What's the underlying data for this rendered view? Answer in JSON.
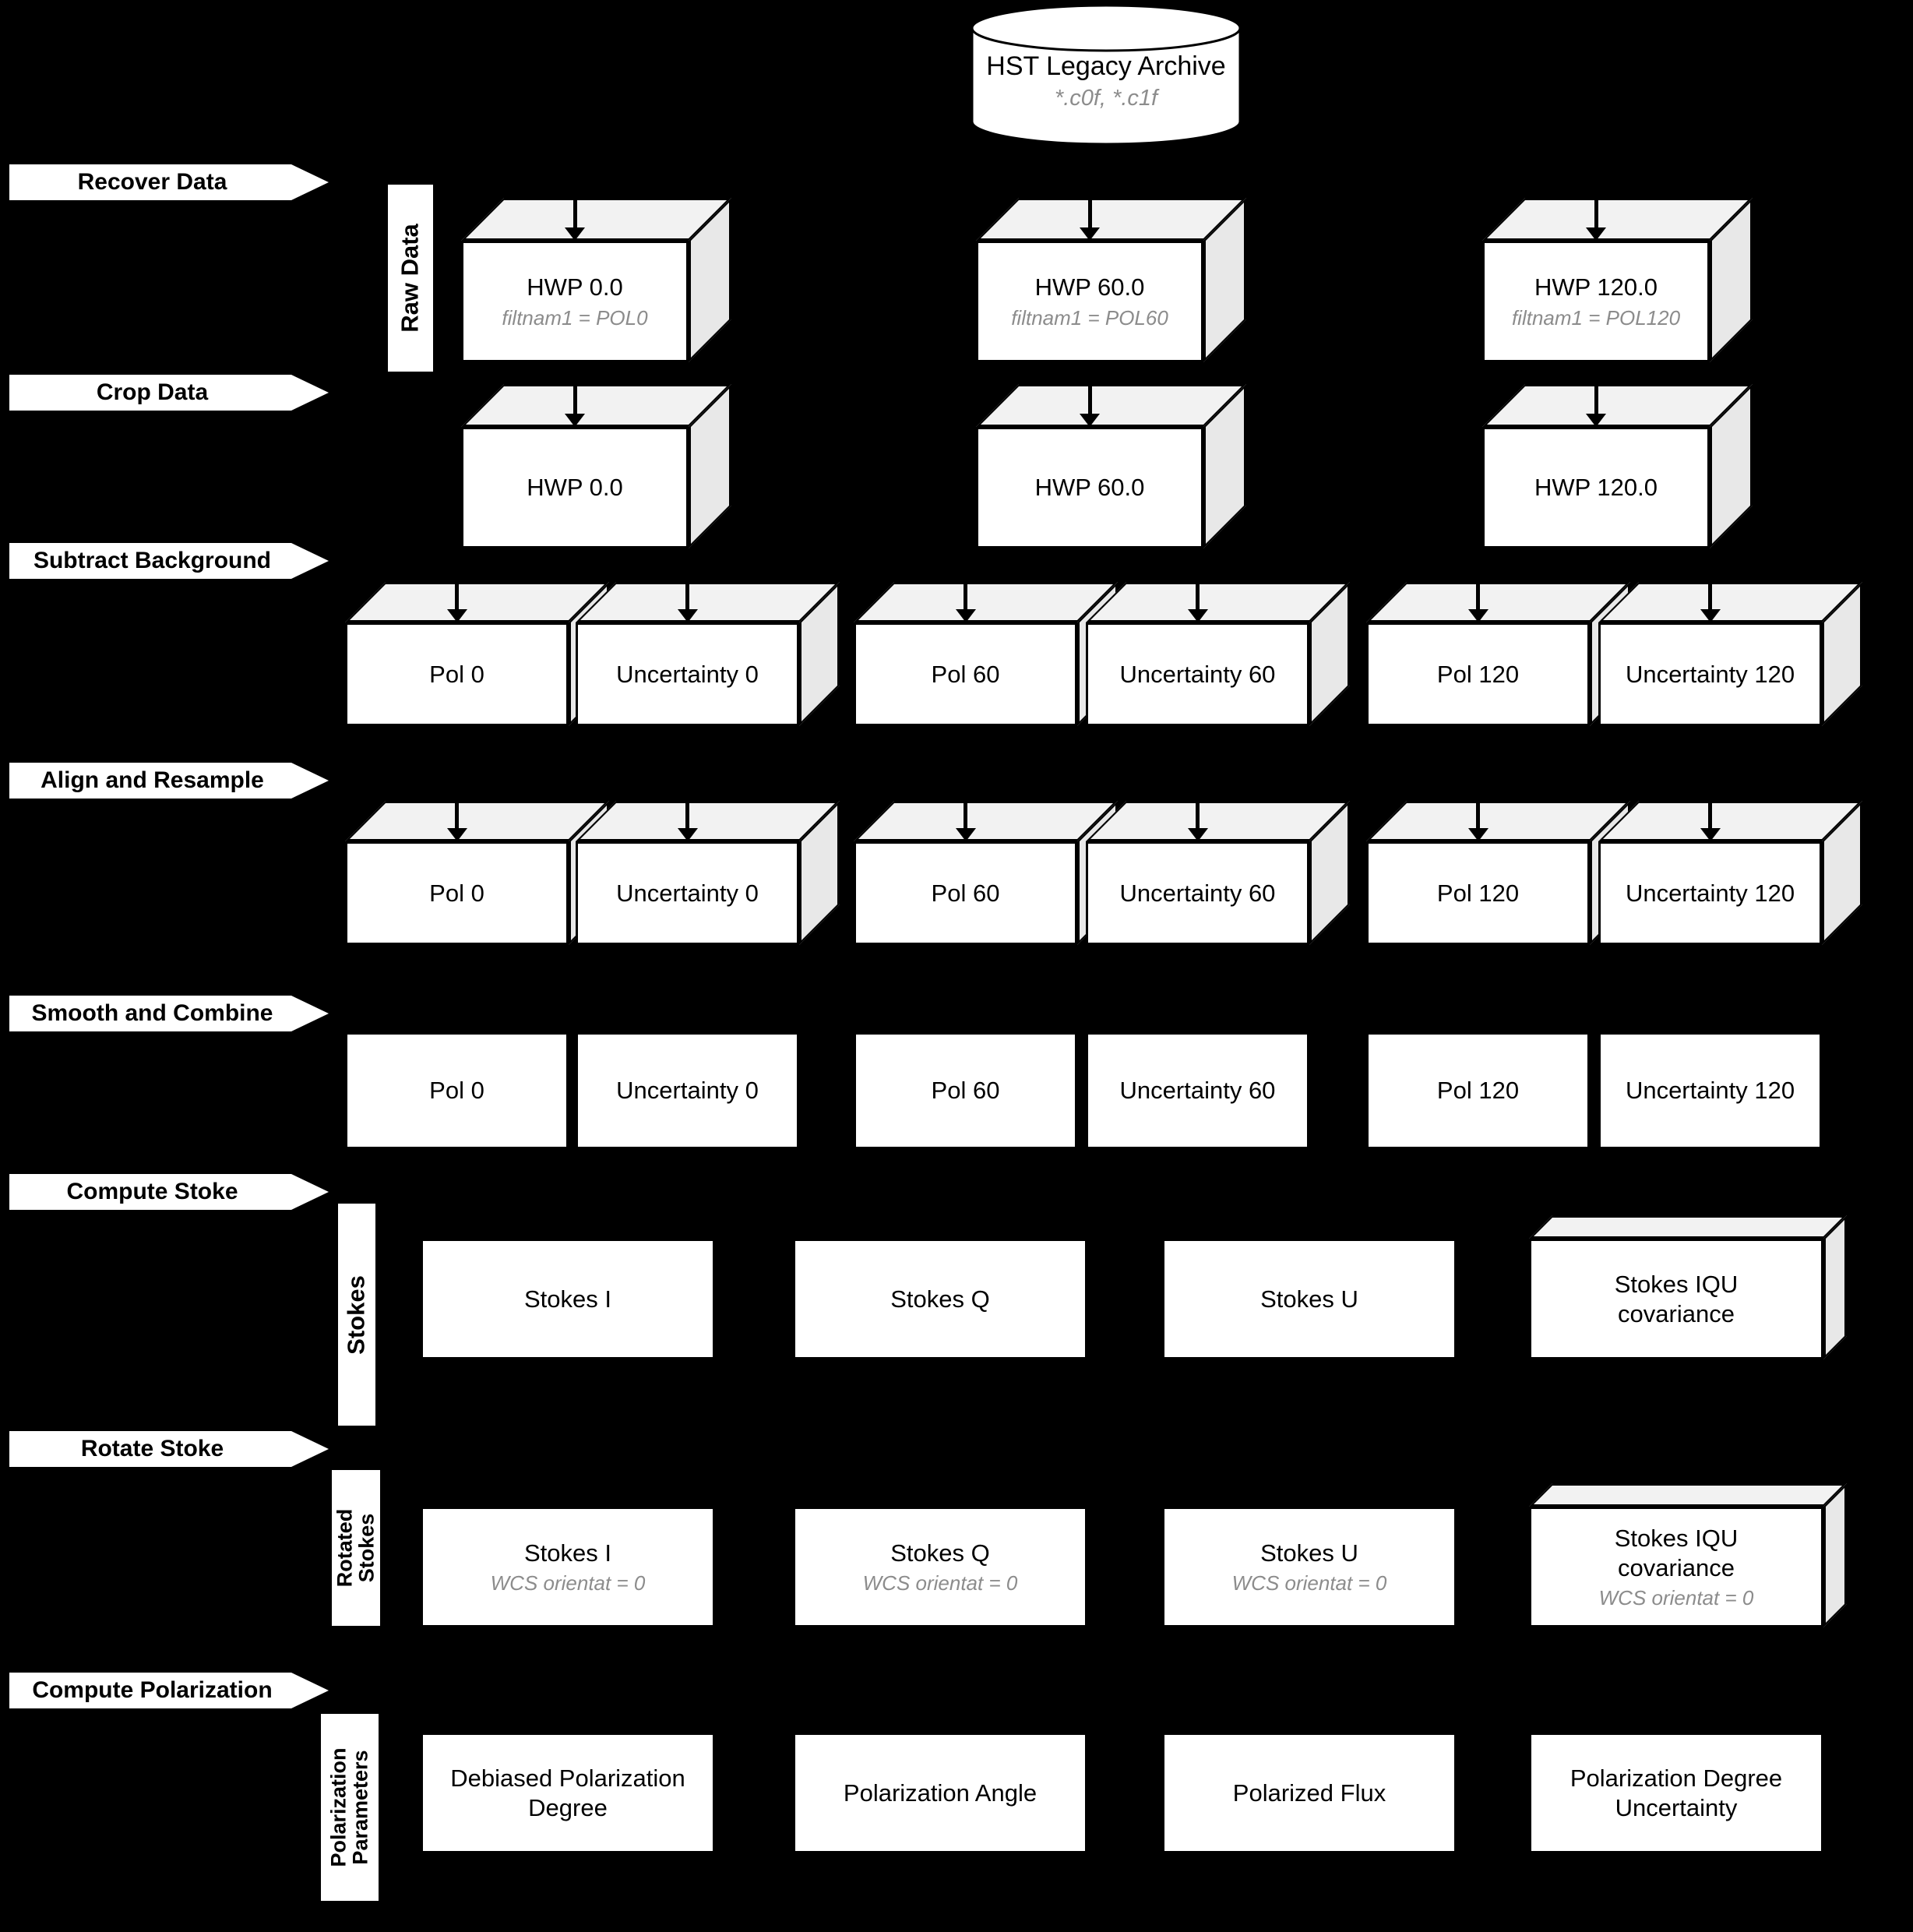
{
  "archive": {
    "title": "HST Legacy Archive",
    "subtitle": "*.c0f, *.c1f"
  },
  "stages": [
    {
      "label": "Recover Data"
    },
    {
      "label": "Crop Data"
    },
    {
      "label": "Subtract Background"
    },
    {
      "label": "Align and Resample"
    },
    {
      "label": "Smooth and Combine"
    },
    {
      "label": "Compute Stoke"
    },
    {
      "label": "Rotate Stoke"
    },
    {
      "label": "Compute Polarization"
    }
  ],
  "side_labels": {
    "raw_data": "Raw Data",
    "stokes": "Stokes",
    "rotated_stokes": "Rotated Stokes",
    "polarization_parameters": "Polarization Parameters"
  },
  "rows": {
    "raw": [
      {
        "title": "HWP 0.0",
        "subtitle": "filtnam1 = POL0"
      },
      {
        "title": "HWP 60.0",
        "subtitle": "filtnam1 = POL60"
      },
      {
        "title": "HWP 120.0",
        "subtitle": "filtnam1 = POL120"
      }
    ],
    "crop": [
      {
        "title": "HWP 0.0"
      },
      {
        "title": "HWP 60.0"
      },
      {
        "title": "HWP 120.0"
      }
    ],
    "subtract": [
      {
        "title": "Pol 0"
      },
      {
        "title": "Uncertainty 0"
      },
      {
        "title": "Pol 60"
      },
      {
        "title": "Uncertainty 60"
      },
      {
        "title": "Pol 120"
      },
      {
        "title": "Uncertainty 120"
      }
    ],
    "align": [
      {
        "title": "Pol 0"
      },
      {
        "title": "Uncertainty 0"
      },
      {
        "title": "Pol 60"
      },
      {
        "title": "Uncertainty 60"
      },
      {
        "title": "Pol 120"
      },
      {
        "title": "Uncertainty 120"
      }
    ],
    "smooth": [
      {
        "title": "Pol 0"
      },
      {
        "title": "Uncertainty 0"
      },
      {
        "title": "Pol 60"
      },
      {
        "title": "Uncertainty 60"
      },
      {
        "title": "Pol 120"
      },
      {
        "title": "Uncertainty 120"
      }
    ],
    "stokes": [
      {
        "title": "Stokes I"
      },
      {
        "title": "Stokes Q"
      },
      {
        "title": "Stokes U"
      },
      {
        "title": "Stokes IQU covariance"
      }
    ],
    "rotated": [
      {
        "title": "Stokes I",
        "subtitle": "WCS orientat = 0"
      },
      {
        "title": "Stokes Q",
        "subtitle": "WCS orientat = 0"
      },
      {
        "title": "Stokes U",
        "subtitle": "WCS orientat = 0"
      },
      {
        "title": "Stokes IQU covariance",
        "subtitle": "WCS orientat = 0"
      }
    ],
    "polarization": [
      {
        "title": "Debiased Polarization Degree"
      },
      {
        "title": "Polarization Angle"
      },
      {
        "title": "Polarized Flux"
      },
      {
        "title": "Polarization Degree Uncertainty"
      }
    ]
  },
  "colors": {
    "background": "#000000",
    "box_fill": "#ffffff",
    "box_top": "#f2f2f2",
    "box_side": "#e8e8e8",
    "outline": "#000000",
    "muted_text": "#8c8c8c"
  }
}
